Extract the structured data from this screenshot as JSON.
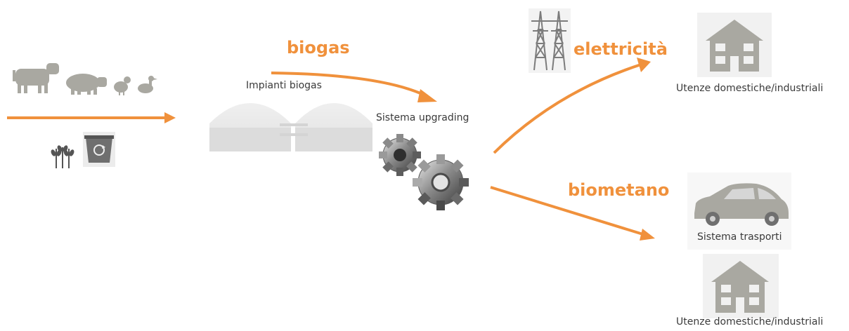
{
  "flows": {
    "biogas": "biogas",
    "elettricita": "elettricità",
    "biometano": "biometano"
  },
  "labels": {
    "impianti": "Impianti biogas",
    "upgrading": "Sistema upgrading",
    "utenze_top": "Utenze domestiche/industriali",
    "trasporti": "Sistema trasporti",
    "utenze_bottom": "Utenze domestiche/industriali"
  },
  "colors": {
    "accent": "#f0913c",
    "icon_gray": "#a9a8a1",
    "panel_bg": "#f2f2f2",
    "text": "#3a3a3a"
  },
  "icons": [
    "cow-icon",
    "pig-icon",
    "chicken-icon",
    "duck-icon",
    "wheat-icon",
    "recycle-bin-icon",
    "digester-domes-icon",
    "gears-icon",
    "power-pylon-icon",
    "building-icon",
    "car-icon"
  ]
}
